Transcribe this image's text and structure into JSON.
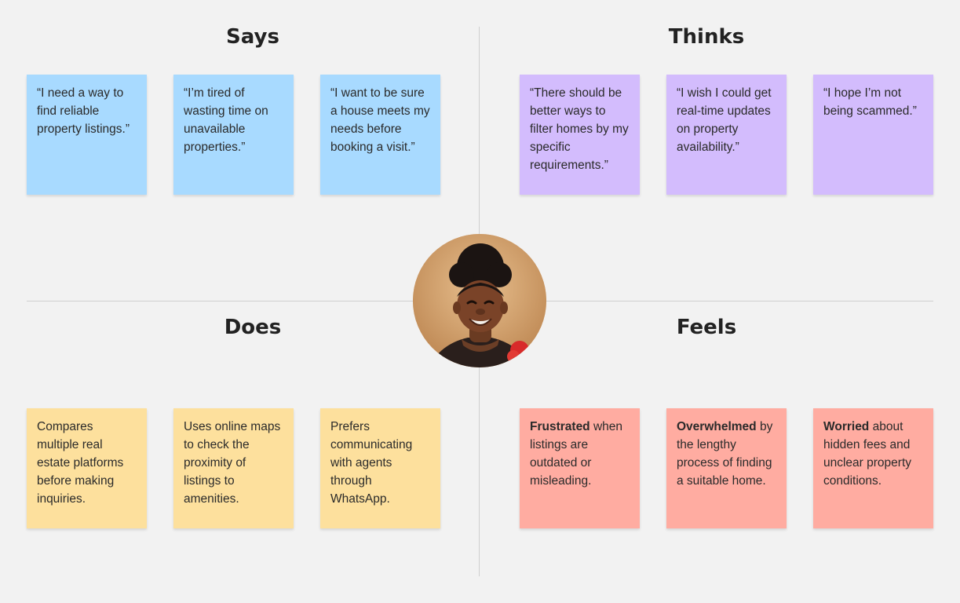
{
  "quadrants": {
    "says": {
      "title": "Says",
      "notes": [
        "“I need a way to find reliable property listings.”",
        "“I’m tired of wasting time on unavailable properties.”",
        "“I want to be sure a house meets my needs before booking a visit.”"
      ]
    },
    "thinks": {
      "title": "Thinks",
      "notes": [
        "“There should be better ways to filter homes by my specific requirements.”",
        "“I wish I could get real-time updates on property availability.”",
        "“I hope I’m not being scammed.”"
      ]
    },
    "does": {
      "title": "Does",
      "notes": [
        "Compares multiple real estate platforms before making inquiries.",
        "Uses online maps to check the proximity of listings to amenities.",
        "Prefers communicating with agents through WhatsApp."
      ]
    },
    "feels": {
      "title": "Feels",
      "notes": [
        {
          "bold": "Frustrated",
          "rest": " when listings are outdated or misleading."
        },
        {
          "bold": "Overwhelmed",
          "rest": " by the lengthy process of finding a suitable home."
        },
        {
          "bold": "Worried",
          "rest": " about hidden fees and unclear property conditions."
        }
      ]
    }
  },
  "colors": {
    "background": "#f2f2f2",
    "says_note": "#a8daff",
    "thinks_note": "#d3bcfd",
    "does_note": "#fde09d",
    "feels_note": "#ffaca1",
    "divider": "#cfcfcf"
  },
  "avatar": {
    "icon": "persona-photo"
  }
}
